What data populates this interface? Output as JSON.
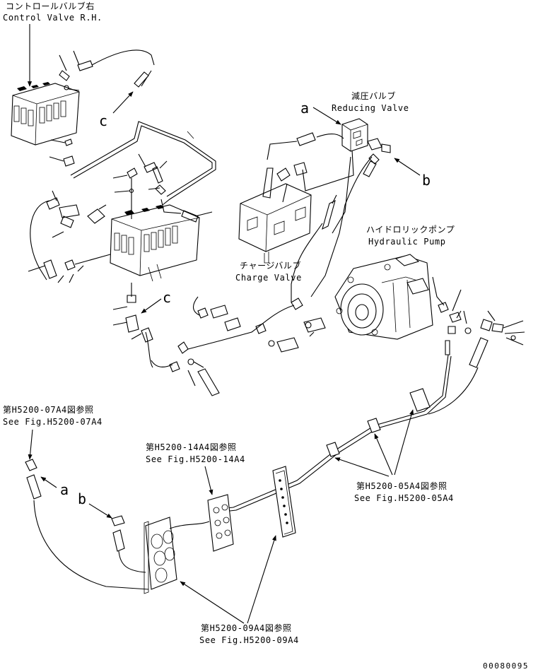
{
  "labels": {
    "control_valve_jp": "コントロールバルブ右",
    "control_valve_en": "Control Valve R.H.",
    "reducing_valve_jp": "減圧バルブ",
    "reducing_valve_en": "Reducing Valve",
    "hydraulic_pump_jp": "ハイドロリックポンプ",
    "hydraulic_pump_en": "Hydraulic Pump",
    "charge_valve_jp": "チャージバルブ",
    "charge_valve_en": "Charge Valve",
    "ref_07a4_jp": "第H5200-07A4図参照",
    "ref_07a4_en": "See Fig.H5200-07A4",
    "ref_14a4_jp": "第H5200-14A4図参照",
    "ref_14a4_en": "See Fig.H5200-14A4",
    "ref_05a4_jp": "第H5200-05A4図参照",
    "ref_05a4_en": "See Fig.H5200-05A4",
    "ref_09a4_jp": "第H5200-09A4図参照",
    "ref_09a4_en": "See Fig.H5200-09A4"
  },
  "connection_letters": {
    "a_top": "a",
    "b_top": "b",
    "c_top": "c",
    "c_mid": "c",
    "a_bottom": "a",
    "b_bottom": "b"
  },
  "drawing_code": "00080095"
}
